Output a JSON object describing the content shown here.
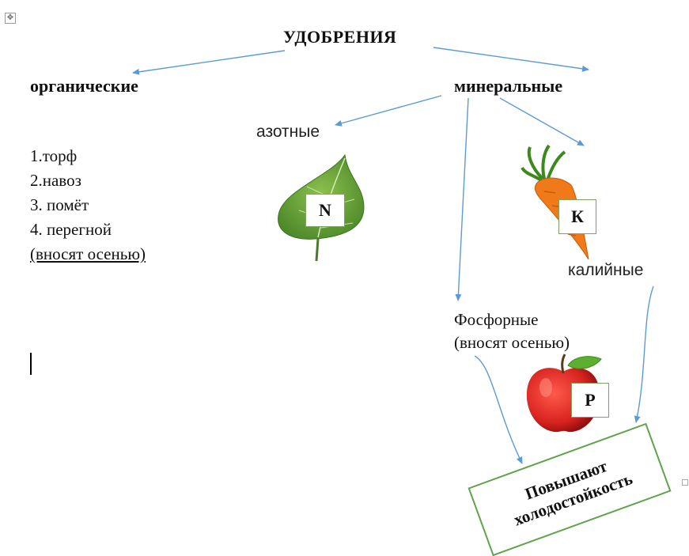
{
  "title": "УДОБРЕНИЯ",
  "organic": {
    "label": "органические",
    "items": [
      "1.торф",
      "2.навоз",
      "3. помёт",
      "4. перегной"
    ],
    "note": "(вносят осенью)"
  },
  "mineral": {
    "label": "минеральные",
    "nitrogen": {
      "label": "азотные",
      "symbol": "N"
    },
    "potassium": {
      "label": "калийные",
      "symbol": "К"
    },
    "phosphorus": {
      "label": "Фосфорные",
      "note": "(вносят осенью)",
      "symbol": "Р"
    }
  },
  "result": {
    "line1": "Повышают",
    "line2": "холодостойкость"
  },
  "colors": {
    "arrow": "#5b9bd5",
    "box_border": "#5fa34a",
    "leaf": "#6aa43a",
    "carrot": "#f07a1a",
    "apple": "#d8231f"
  },
  "icons": [
    "table-move-handle-icon",
    "leaf-icon",
    "carrot-icon",
    "apple-icon"
  ]
}
